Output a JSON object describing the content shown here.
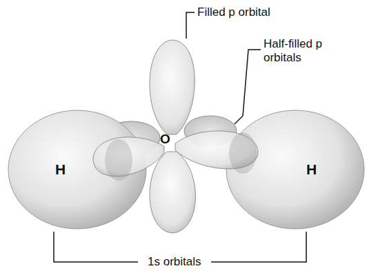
{
  "diagram": {
    "nodes": [
      {
        "text": [
          "H"
        ]
      },
      {
        "text": [
          "H"
        ]
      }
    ],
    "labels": [
      "Filled p orbital",
      "Half-filled p orbitals",
      "O",
      "1s orbitals"
    ]
  }
}
